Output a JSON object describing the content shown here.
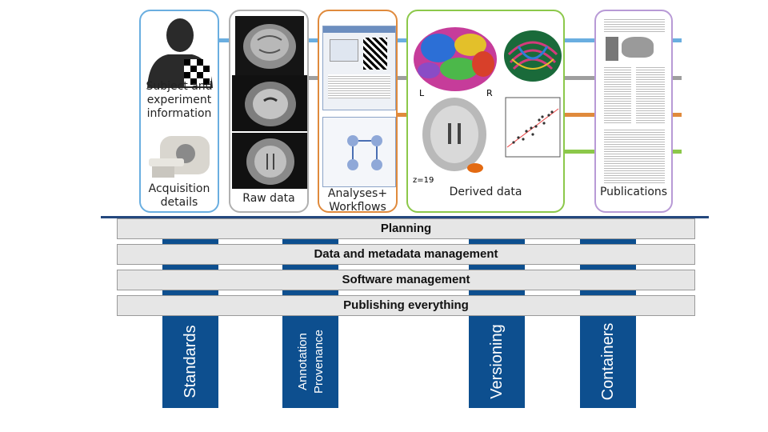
{
  "cards": {
    "subject_label_1": "Subject and",
    "subject_label_2": "experiment",
    "subject_label_3": "information",
    "acquisition_label_1": "Acquisition",
    "acquisition_label_2": "details",
    "raw_label": "Raw data",
    "analyses_label_1": "Analyses+",
    "analyses_label_2": "Workflows",
    "derived_label": "Derived data",
    "derived_L": "L",
    "derived_R": "R",
    "derived_z": "z=19",
    "publications_label": "Publications"
  },
  "bars": {
    "planning": "Planning",
    "data_management": "Data and metadata management",
    "software_management": "Software management",
    "publishing": "Publishing everything"
  },
  "pillars": {
    "standards": "Standards",
    "annotation": "Annotation",
    "provenance": "Provenance",
    "versioning": "Versioning",
    "containers": "Containers"
  },
  "colors": {
    "pillar": "#0d4f8f",
    "card_subject": "#6aaee0",
    "card_raw": "#b0b0b0",
    "card_analyses": "#e08a3c",
    "card_derived": "#8cc84a",
    "card_publications": "#b89ad6",
    "divider": "#24487e"
  }
}
